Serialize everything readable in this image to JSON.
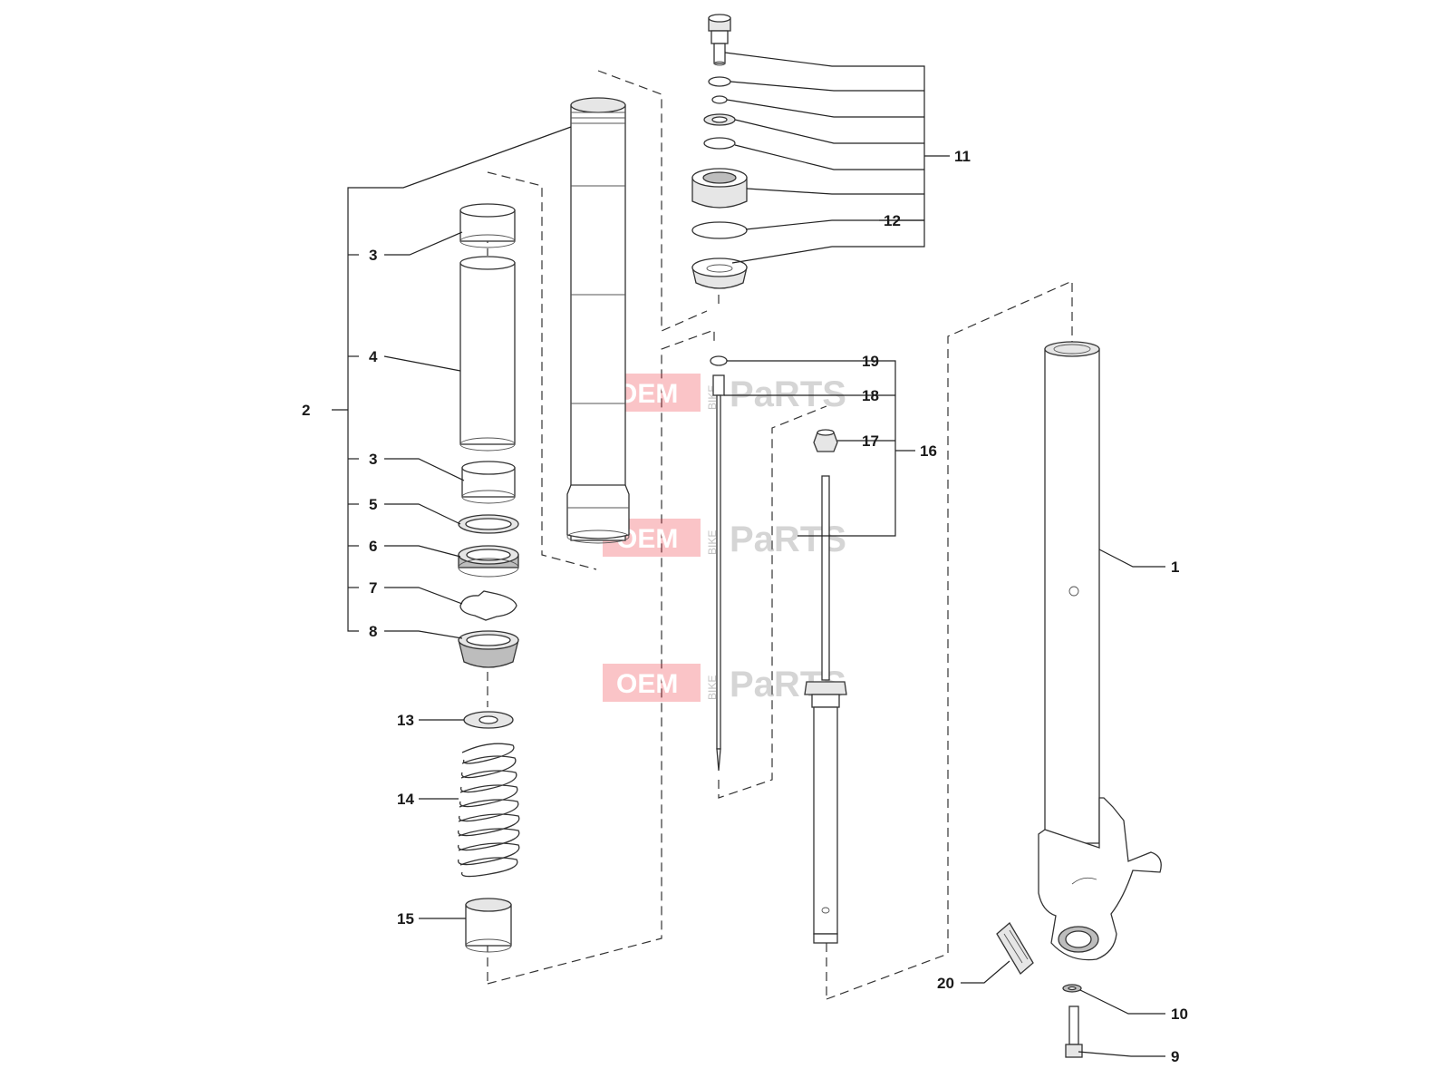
{
  "callouts": {
    "c1": "1",
    "c2": "2",
    "c3a": "3",
    "c3b": "3",
    "c4": "4",
    "c5": "5",
    "c6": "6",
    "c7": "7",
    "c8": "8",
    "c9": "9",
    "c10": "10",
    "c11": "11",
    "c12": "12",
    "c13": "13",
    "c14": "14",
    "c15": "15",
    "c16": "16",
    "c17": "17",
    "c18": "18",
    "c19": "19",
    "c20": "20"
  },
  "watermark": {
    "brand_left": "OEM",
    "brand_right": "PaRTS",
    "brand_vertical": "BIKE",
    "accent_color": "#ee2b35"
  }
}
